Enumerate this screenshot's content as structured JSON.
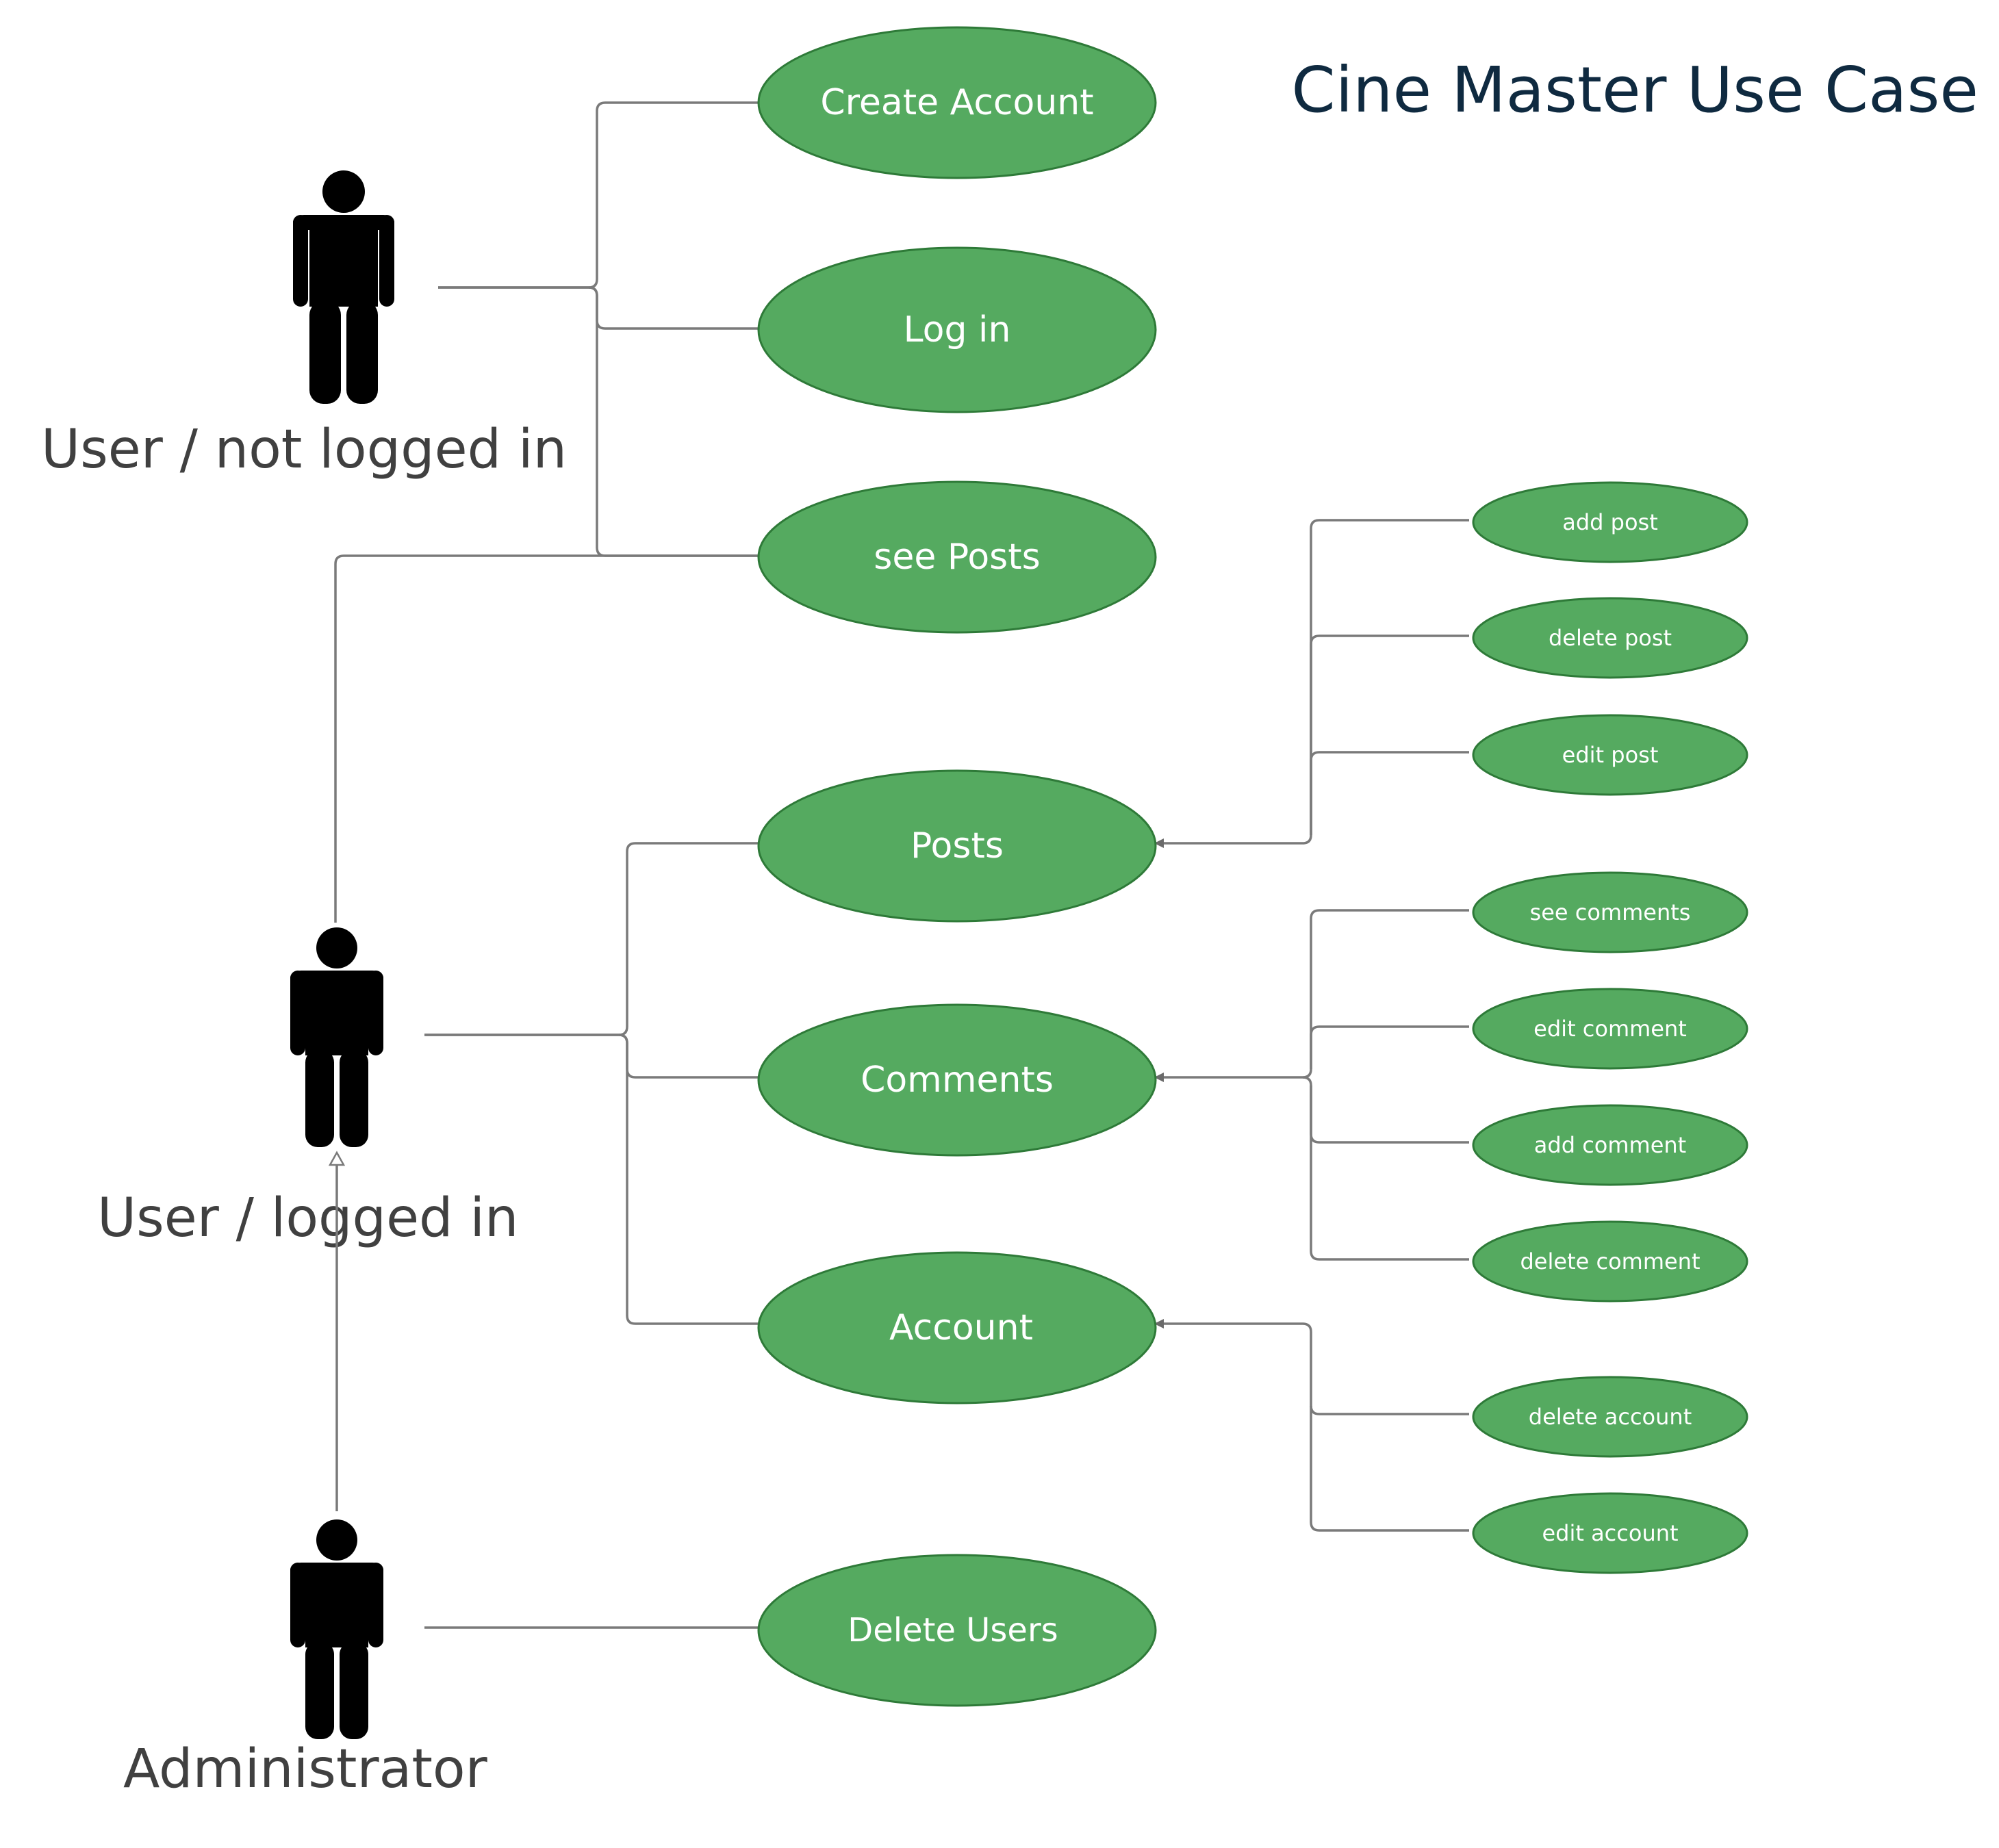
{
  "title": "Cine Master Use Case",
  "actors": {
    "guest": "User / not logged in",
    "user": "User / logged in",
    "admin": "Administrator"
  },
  "use_cases": {
    "create_account": "Create Account",
    "log_in": "Log in",
    "see_posts": "see Posts",
    "posts": "Posts",
    "comments": "Comments",
    "account": "Account",
    "delete_users": "Delete Users",
    "add_post": "add post",
    "delete_post": "delete post",
    "edit_post": "edit post",
    "see_comments": "see comments",
    "edit_comment": "edit comment",
    "add_comment": "add comment",
    "delete_comment": "delete comment",
    "delete_account": "delete account",
    "edit_account": "edit account"
  },
  "colors": {
    "use_case_fill": "#55aa60",
    "use_case_stroke": "#2e7a38",
    "connector": "#7a7a7a",
    "actor": "#000000",
    "title": "#0f2a40"
  }
}
